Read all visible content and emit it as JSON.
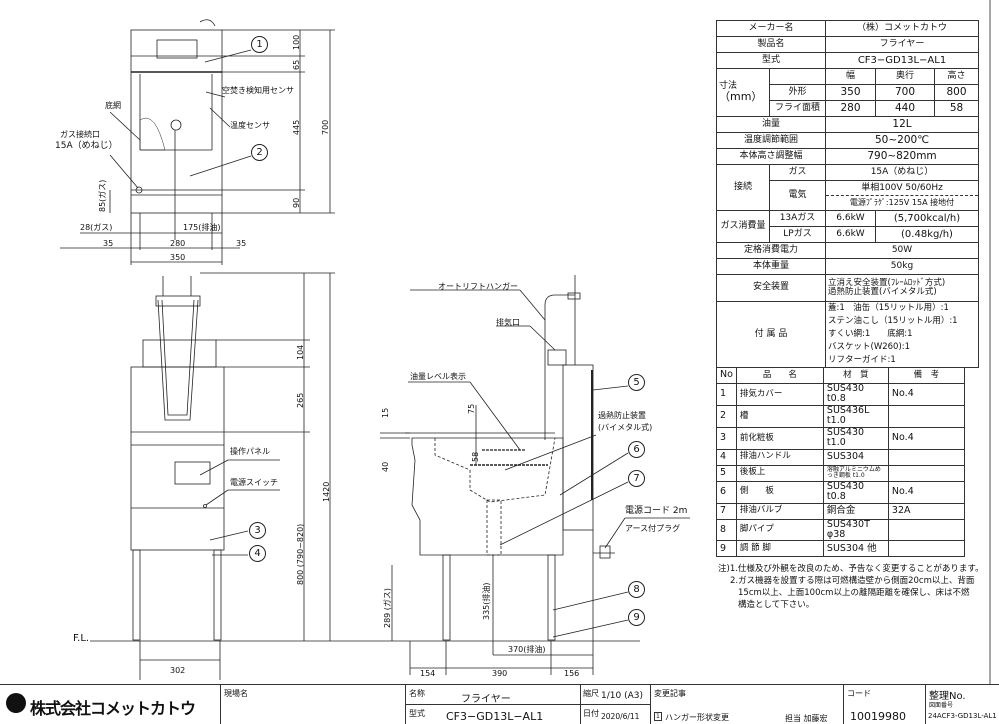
{
  "spec": {
    "maker_label": "メーカー名",
    "maker": "（株）コメットカトウ",
    "product_label": "製品名",
    "product": "フライヤー",
    "model_label": "型式",
    "model": "CF3−GD13L−AL1",
    "dims_label": "寸法",
    "dims_unit": "（mm）",
    "dims_headers": [
      "幅",
      "奥行",
      "高さ"
    ],
    "outer_label": "外形",
    "outer": [
      "350",
      "700",
      "800"
    ],
    "fry_label": "フライ面積",
    "fry": [
      "280",
      "440",
      "58"
    ],
    "oil_label": "油量",
    "oil": "12L",
    "temp_label": "温度調節範囲",
    "temp": "50~200℃",
    "height_label": "本体高さ調整幅",
    "height": "790~820mm",
    "conn_label": "接続",
    "gas_label": "ガス",
    "gas": "15A（めねじ）",
    "elec_label": "電気",
    "elec_1": "単相100V 50/60Hz",
    "elec_2": "電源ﾌﾟﾗｸﾞ:125V 15A 接地付",
    "gas_cons_label": "ガス消費量",
    "gas13_label": "13Aガス",
    "gas13_kw": "6.6kW",
    "gas13_val": "(5,700kcal/h)",
    "lp_label": "LPガス",
    "lp_kw": "6.6kW",
    "lp_val": "(0.48kg/h)",
    "power_label": "定格消費電力",
    "power": "50W",
    "weight_label": "本体重量",
    "weight": "50kg",
    "safety_label": "安全装置",
    "safety_1": "立消え安全装置(ﾌﾚｰﾑﾛｯﾄﾞ方式)",
    "safety_2": "過熱防止装置(バイメタル式)",
    "acc_label": "付 属 品",
    "acc": [
      "蓋:1　油缶（15リットル用）:1",
      "ステン油こし（15リットル用）:1",
      "すくい網:1　　底網:1",
      "バスケット(W260):1",
      "リフターガイド:1"
    ]
  },
  "parts": {
    "headers": [
      "No",
      "品　　名",
      "材　質",
      "備　考"
    ],
    "rows": [
      [
        "1",
        "排気カバー",
        "SUS430 t0.8",
        "No.4"
      ],
      [
        "2",
        "槽",
        "SUS436L t1.0",
        ""
      ],
      [
        "3",
        "前化粧板",
        "SUS430 t1.0",
        "No.4"
      ],
      [
        "4",
        "排油ハンドル",
        "SUS304",
        ""
      ],
      [
        "5",
        "後板上",
        "溶融アルミニウムめっき鋼板 t1.0",
        ""
      ],
      [
        "6",
        "側　　板",
        "SUS430 t0.8",
        "No.4"
      ],
      [
        "7",
        "排油バルブ",
        "銅合金",
        "32A"
      ],
      [
        "8",
        "脚パイプ",
        "SUS430T φ38",
        ""
      ],
      [
        "9",
        "調 節 脚",
        "SUS304 他",
        ""
      ]
    ]
  },
  "notes": [
    "注)1.仕様及び外観を改良のため、予告なく変更することがあります。",
    "2.ガス機器を設置する際は可燃構造壁から側面20cm以上、背面",
    "15cm以上、上面100cm以上の離隔距離を確保し、床は不燃",
    "構造として下さい。"
  ],
  "plan_view": {
    "labels": {
      "sensor_empty": "空焚き検知用センサ",
      "sensor_temp": "温度センサ",
      "bottom_net": "底網",
      "gas_inlet": "ガス接続口",
      "gas_inlet_size": "15A（めねじ）"
    },
    "dims": {
      "d100": "100",
      "d65": "65",
      "d445": "445",
      "d90": "90",
      "d700": "700",
      "d85": "85(ガス)",
      "d28": "28(ガス)",
      "d175": "175(排油)",
      "d35a": "35",
      "d280": "280",
      "d35b": "35",
      "d350": "350"
    },
    "balloons": [
      "1",
      "2"
    ]
  },
  "front_view": {
    "labels": {
      "panel": "操作パネル",
      "switch": "電源スイッチ",
      "fl": "F.L."
    },
    "dims": {
      "d104": "104",
      "d265": "265",
      "d800": "800 (790~820)",
      "d1420": "1420",
      "d302": "302"
    },
    "balloons": [
      "3",
      "4"
    ]
  },
  "side_view": {
    "labels": {
      "hanger": "オートリフトハンガー",
      "exhaust": "排気口",
      "oil_level": "油量レベル表示",
      "overheat": "過熱防止装置",
      "overheat_type": "(バイメタル式)",
      "cord": "電源コード 2m",
      "plug": "アース付プラグ"
    },
    "dims": {
      "d15": "15",
      "d40": "40",
      "d75": "75",
      "d58": "58",
      "d289": "289 (ガス)",
      "d335": "335(排油)",
      "d370": "370(排油)",
      "d154": "154",
      "d390": "390",
      "d156": "156"
    },
    "balloons": [
      "5",
      "6",
      "7",
      "8",
      "9"
    ]
  },
  "title_block": {
    "logo": "株式会社コメットカトウ",
    "site_label": "現場名",
    "name_label": "名称",
    "name": "フライヤー",
    "model_label": "型式",
    "model": "CF3−GD13L−AL1",
    "scale_label": "縮尺",
    "scale": "1/10 (A3)",
    "date_label": "日付",
    "date": "2020/6/11",
    "rev_mark": "1",
    "change_label": "変更記事",
    "change": "ハンガー形状変更",
    "person": "担当 加藤宏",
    "code_label": "コード",
    "code": "10019980",
    "ref_label": "整理No.",
    "ref_sub": "図面番号",
    "ref": "24ACF3-GD13L-AL1"
  }
}
